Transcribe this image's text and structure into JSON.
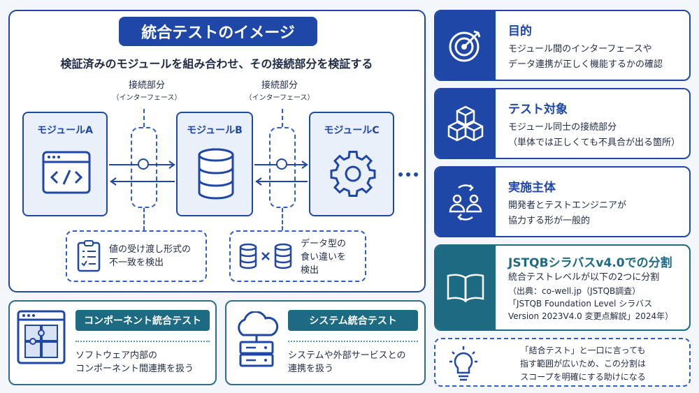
{
  "main": {
    "title": "統合テストのイメージ",
    "subtitle": "検証済みのモジュールを組み合わせ、その接続部分を検証する",
    "interface_label": "接続部分",
    "interface_sub": "（インターフェース）",
    "modules": [
      "モジュールA",
      "モジュールB",
      "モジュールC"
    ],
    "check_boxes": [
      {
        "line1": "値の受け渡し形式の",
        "line2": "不一致を検出"
      },
      {
        "line1": "データ型の",
        "line2": "食い違いを",
        "line3": "検出"
      }
    ]
  },
  "bottom": {
    "component": {
      "title": "コンポーネント統合テスト",
      "line1": "ソフトウェア内部の",
      "line2": "コンポーネント間連携を扱う"
    },
    "system": {
      "title": "システム統合テスト",
      "line1": "システムや外部サービスとの",
      "line2": "連携を扱う"
    }
  },
  "cards": [
    {
      "title": "目的",
      "line1": "モジュール間のインターフェースや",
      "line2": "データ連携が正しく機能するかの確認"
    },
    {
      "title": "テスト対象",
      "line1": "モジュール同士の接続部分",
      "line2": "（単体では正しくても不具合が出る箇所）"
    },
    {
      "title": "実施主体",
      "line1": "開発者とテストエンジニアが",
      "line2": "協力する形が一般的"
    },
    {
      "title": "JSTQBシラバスv4.0での分割",
      "line1": "統合テストレベルが以下の2つに分割",
      "line2": "（出典：co-well.jp（JSTQB調査）",
      "line3": "「JSTQB Foundation Level シラバス",
      "line4": "Version 2023V4.0 変更点解説」2024年）"
    }
  ],
  "tip": {
    "line1": "「結合テスト」と一口に言っても",
    "line2": "指す範囲が広いため、この分割は",
    "line3": "スコープを明確にする助けになる"
  },
  "colors": {
    "primary": "#1f47a8",
    "teal": "#1d6b82",
    "background": "#f3f6fb"
  }
}
